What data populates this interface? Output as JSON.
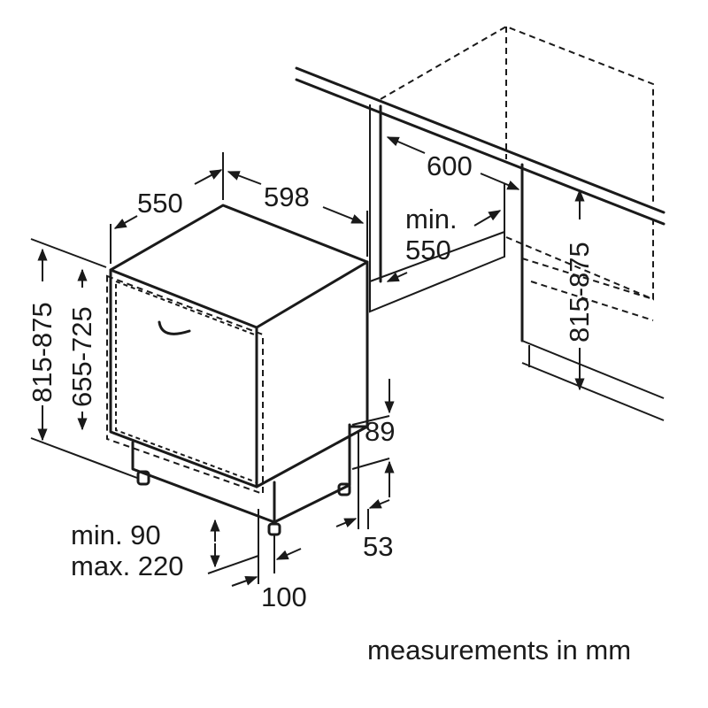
{
  "dimensions": {
    "depth": "550",
    "width": "598",
    "niche_width": "600",
    "niche_depth_line1": "min.",
    "niche_depth_line2": "550",
    "niche_height": "815-875",
    "appliance_height": "815-875",
    "door_height": "655-725",
    "plinth_height": "89",
    "plinth_gap": "53",
    "foot_line1": "min. 90",
    "foot_line2": "max. 220",
    "foot_offset": "100"
  },
  "footer": {
    "note": "measurements in mm"
  }
}
